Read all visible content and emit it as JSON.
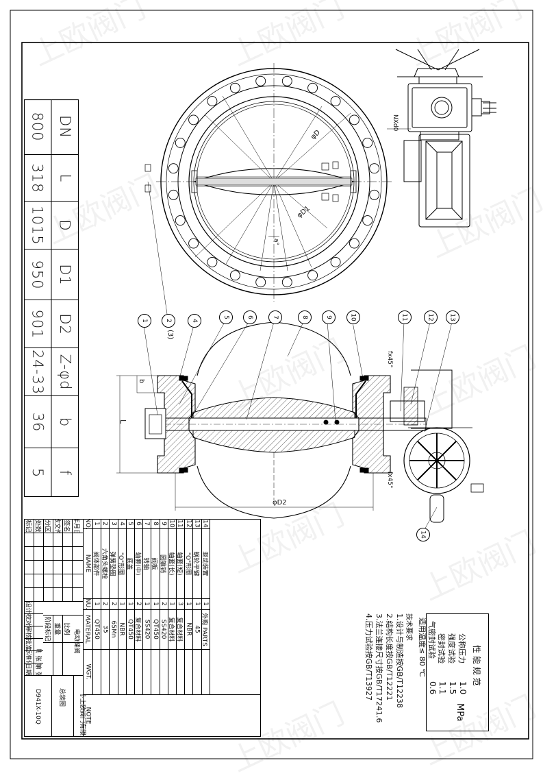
{
  "watermark": "上欧阀门",
  "dimensions": {
    "headers": [
      "DN",
      "L",
      "D",
      "D1",
      "D2",
      "Z-φd",
      "b",
      "f"
    ],
    "values": [
      "800",
      "318",
      "1015",
      "950",
      "901",
      "24-33",
      "36",
      "5"
    ]
  },
  "labels": {
    "od": "φD",
    "od1": "φD1",
    "od2": "φD2",
    "nxd0": "NXd0",
    "alpha": "a°",
    "chamfer1": "fx45°",
    "chamfer2": "fx45°",
    "b": "b",
    "L": "L"
  },
  "balloons": [
    "1",
    "2",
    "4",
    "5",
    "6",
    "7",
    "8",
    "9",
    "10",
    "11",
    "12",
    "13",
    "14"
  ],
  "balloon_3": "(3)",
  "bom": {
    "header_no": "NO.",
    "header_name": "NAME",
    "header_qty": "NU.",
    "header_material": "MATERAL",
    "header_weight": "WGT.",
    "header_note": "NOTE",
    "rows": [
      {
        "no": "1",
        "name": "阀体部件",
        "qty": "1",
        "material": "QT450"
      },
      {
        "no": "2",
        "name": "六角头螺栓",
        "qty": "2",
        "material": "35"
      },
      {
        "no": "3",
        "name": "弹簧垫圈",
        "qty": "2",
        "material": "65Mn"
      },
      {
        "no": "4",
        "name": "\"O\"形圈",
        "qty": "1",
        "material": "NBR"
      },
      {
        "no": "5",
        "name": "底盖",
        "qty": "1",
        "material": "QT450"
      },
      {
        "no": "6",
        "name": "轴套(中)",
        "qty": "2",
        "material": "复合材料"
      },
      {
        "no": "7",
        "name": "转轴",
        "qty": "1",
        "material": "SS420"
      },
      {
        "no": "8",
        "name": "阀板",
        "qty": "1",
        "material": "QT450"
      },
      {
        "no": "9",
        "name": "圆锥销",
        "qty": "2",
        "material": "SS420"
      },
      {
        "no": "10",
        "name": "轴套(长)",
        "qty": "1",
        "material": "复合材料"
      },
      {
        "no": "11",
        "name": "轴套(短)",
        "qty": "3",
        "material": "复合材料"
      },
      {
        "no": "12",
        "name": "\"O\"形圈",
        "qty": "1",
        "material": "NBR"
      },
      {
        "no": "13",
        "name": "蜗轮平键",
        "qty": "1",
        "material": "45"
      },
      {
        "no": "14",
        "name": "驱动装置",
        "qty": "1",
        "material": "外购 PARTS"
      }
    ],
    "title": "电动蝶阀",
    "drawing_type": "总装图",
    "company": "中国·上欧阀门有限公司",
    "model": "D941X-10Q",
    "sign_rows": [
      "设计",
      "校对",
      "审核",
      "批准",
      "标准化",
      "日期"
    ],
    "sign_cols": [
      "标记",
      "处数",
      "分区",
      "更改文件号",
      "签名",
      "年月日"
    ],
    "stage_labels": [
      "阶段标记",
      "重量",
      "比例"
    ],
    "sheet_label": "共 张 第 张"
  },
  "spec": {
    "title": "性 能 规 范",
    "rows": [
      {
        "label": "公称压力",
        "value": "1.0"
      },
      {
        "label": "强度试验",
        "value": "1.5"
      },
      {
        "label": "密封试验",
        "value": "1.1"
      },
      {
        "label": "气密封试验",
        "value": "0.6"
      }
    ],
    "side": [
      "试",
      "验",
      "压",
      "力"
    ],
    "unit": "MPa",
    "temp": "适用温度≤ 80 ℃"
  },
  "notes": {
    "title": "技术要求",
    "lines": [
      "1.设计与制造按GB/T12238",
      "2.结构长度按GB/T12221",
      "3.法兰连接尺寸按GB/T17241.6",
      "4.压力试验按GB/T13927"
    ]
  }
}
